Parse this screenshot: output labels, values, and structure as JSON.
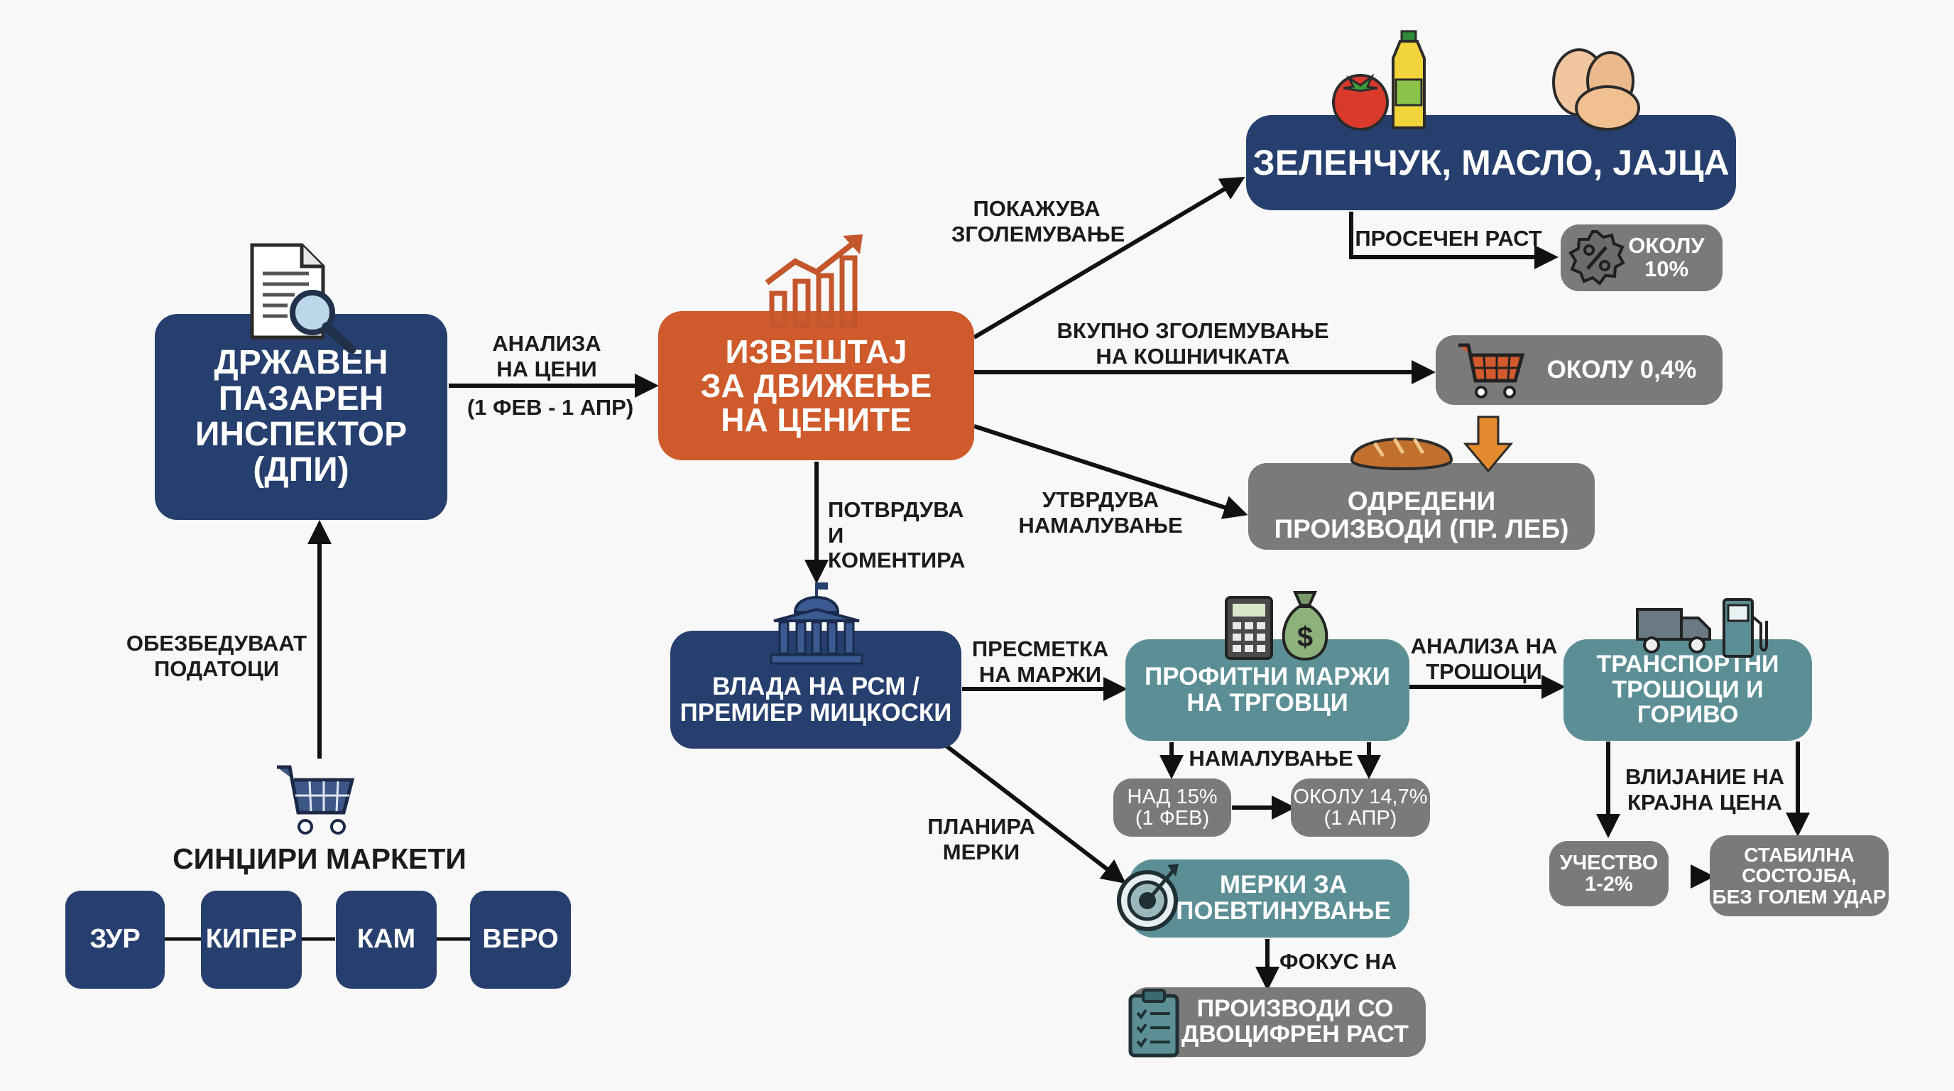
{
  "nodes": {
    "dpi": "ДРЖАВЕН\nПАЗАРЕН\nИНСПЕКТОР\n(ДПИ)",
    "report": "ИЗВЕШТАЈ\nЗА ДВИЖЕЊЕ\nНА ЦЕНИТЕ",
    "veg": "ЗЕЛЕНЧУК, МАСЛО, ЈАЈЦА",
    "avg10": "ОКОЛУ\n10%",
    "basket": "ОКОЛУ 0,4%",
    "bread": "ОДРЕДЕНИ\nПРОИЗВОДИ (ПР. ЛЕБ)",
    "gov": "ВЛАДА НА РСМ /\nПРЕМИЕР МИЦКОСКИ",
    "margins": "ПРОФИТНИ МАРЖИ\nНА ТРГОВЦИ",
    "transport": "ТРАНСПОРТНИ\nТРОШОЦИ И ГОРИВО",
    "over15": "НАД 15%\n(1 ФЕВ)",
    "about147": "ОКОЛУ 14,7%\n(1 АПР)",
    "share": "УЧЕСТВО\n1-2%",
    "stable": "СТАБИЛНА\nСОСТОЈБА,\nБЕЗ ГОЛЕМ УДАР",
    "measures": "МЕРКИ ЗА\nПОЕВТИНУВАЊЕ",
    "products": "ПРОИЗВОДИ СО\nДВОЦИФРЕН РАСТ",
    "chains_title": "СИНЏИРИ МАРКЕТИ",
    "chains": [
      "ЗУР",
      "КИПЕР",
      "КАМ",
      "ВЕРО"
    ]
  },
  "labels": {
    "analysis": "АНАЛИЗА\nНА ЦЕНИ",
    "period": "(1 ФЕВ - 1 АПР)",
    "shows_increase": "ПОКАЖУВА\nЗГОЛЕМУВАЊЕ",
    "avg_growth": "ПРОСЕЧЕН РАСТ",
    "total_increase": "ВКУПНО ЗГОЛЕМУВАЊЕ\nНА КОШНИЧКАТА",
    "confirms_decrease": "УТВРДУВА\nНАМАЛУВАЊЕ",
    "confirms_comments": "ПОТВРДУВА\nИ КОМЕНТИРА",
    "provide_data": "ОБЕЗБЕДУВААТ\nПОДАТОЦИ",
    "margin_calc": "ПРЕСМЕТКА\nНА МАРЖИ",
    "cost_analysis": "АНАЛИЗА НА\nТРОШОЦИ",
    "decrease": "НАМАЛУВАЊЕ",
    "impact": "ВЛИЈАНИЕ НА\nКРАЈНА ЦЕНА",
    "plans": "ПЛАНИРА\nМЕРКИ",
    "focus": "ФОКУС НА"
  },
  "colors": {
    "navy": "#263f6e",
    "orange": "#cf5a2b",
    "gray": "#7a7a7a",
    "teal": "#5b8f95",
    "arrow": "#111111"
  },
  "icons": [
    "document-search-icon",
    "growth-chart-icon",
    "tomato-icon",
    "oil-bottle-icon",
    "eggs-icon",
    "percent-badge-icon",
    "shopping-cart-icon",
    "bread-icon",
    "down-arrow-icon",
    "government-building-icon",
    "calculator-icon",
    "money-bag-icon",
    "truck-icon",
    "fuel-pump-icon",
    "target-icon",
    "clipboard-icon",
    "market-cart-icon"
  ]
}
